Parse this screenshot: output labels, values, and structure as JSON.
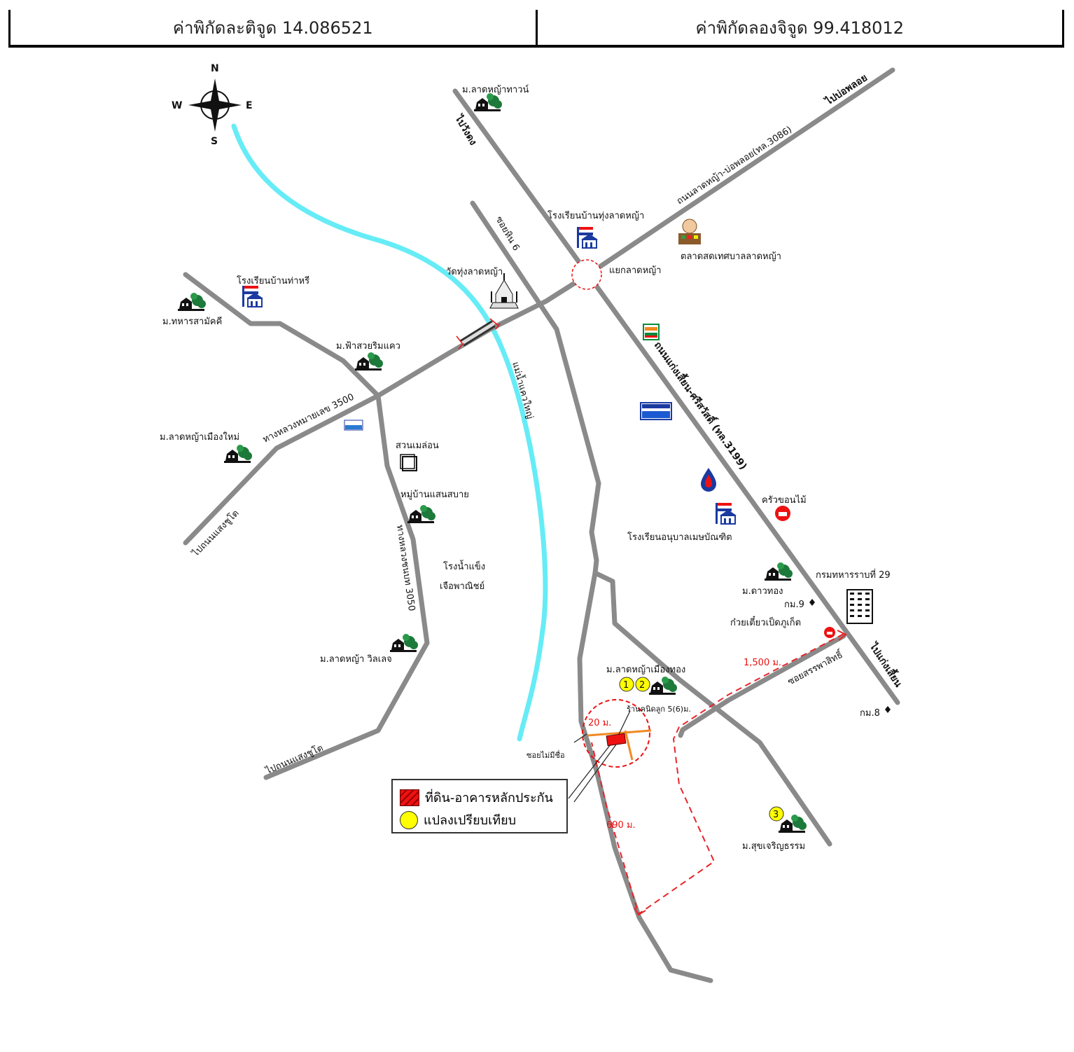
{
  "header": {
    "latitude_label": "ค่าพิกัดละติจูด 14.086521",
    "longitude_label": "ค่าพิกัดลองจิจูด 99.418012"
  },
  "compass": {
    "n": "N",
    "s": "S",
    "e": "E",
    "w": "W"
  },
  "roads": {
    "to_bo_phloi": "ไปบ่อพลอย",
    "lat_ya_bo_phloi_road": "ถนนลาดหญ้า-บ่อพลอย(ทล.3086)",
    "to_wang_dong": "ไปวังดง",
    "soi_6": "ซอยหิน 6",
    "kaeng_sian_road": "ถนนแก่งเสี้ยน-ศรีสวัสดิ์ (ทล.3199)",
    "to_kaeng_sian": "ไปแก่งเสี้ยน",
    "highway_3500": "ทางหลวงหมายเลข 3500",
    "highway_3050": "ทางหลวงชนบท 3050",
    "to_saeng_chuto_1": "ไปถนนแสงชูโต",
    "to_saeng_chuto_2": "ไปถนนแสงชูโต",
    "soi_sappasit": "ซอยสรรพาสิทธิ์",
    "no_name_soi": "ซอยไม่มีชื่อ",
    "river": "แม่น้ำแควใหญ่"
  },
  "places": {
    "lat_ya_town": "ม.ลาดหญ้าทาวน์",
    "school_thung_lat_ya": "โรงเรียนบ้านทุ่งลาดหญ้า",
    "lat_ya_market": "ตลาดสดเทศบาลลาดหญ้า",
    "lat_ya_junction": "แยกลาดหญ้า",
    "wat_thung_lat_ya": "วัดทุ่งลาดหญ้า",
    "school_tha_ri": "โรงเรียนบ้านท่าหรี",
    "thahan_samakkhi": "ม.ทหารสามัคคี",
    "fa_suai_rim_khwae": "ม.ฟ้าสวยริมแคว",
    "lat_ya_mueang_mai": "ม.ลาดหญ้าเมืองใหม่",
    "suan_melon": "สวนเมล่อน",
    "mu_ban_saen_sabai": "หมู่บ้านแสนสบาย",
    "ice_factory_1": "โรงน้ำแข็ง",
    "ice_factory_2": "เจือพาณิชย์",
    "lat_ya_village": "ม.ลาดหญ้า วิลเลจ",
    "krua_khon_mai": "ครัวขอนไม้",
    "anuban_school": "โรงเรียนอนุบาลเมษบัณฑิต",
    "army_29": "กรมทหารราบที่ 29",
    "dao_thong": "ม.ดาวทอง",
    "km9": "กม.9",
    "kuaitiao": "ก๋วยเตี๋ยวเป็ดภูเก็ต",
    "km8": "กม.8",
    "mueang_thong": "ม.ลาดหญ้าเมืองทอง",
    "sukcharoen": "ม.สุขเจริญธรรม",
    "kanin_house": "ร้านคนิดลูก 5(6)ม."
  },
  "distances": {
    "d_1500": "1,500 ม.",
    "d_690": "690 ม.",
    "d_20": "20 ม."
  },
  "markers": [
    "1",
    "2",
    "3"
  ],
  "legend": {
    "subject_label": "ที่ดิน-อาคารหลักประกัน",
    "compare_label": "แปลงเปรียบเทียบ"
  },
  "colors": {
    "road": "#808080",
    "river": "#66ecf6",
    "route": "#e8242b",
    "subject": "#e11111",
    "compare": "#ffff00",
    "side_road": "#f08a24"
  },
  "icons": {
    "village": "house-with-tree-icon",
    "school": "school-flag-icon",
    "temple": "temple-icon",
    "market": "market-icon",
    "store_711": "seven-eleven-icon",
    "lotus": "lotus-store-icon",
    "gas": "gas-station-icon",
    "restaurant": "restaurant-icon",
    "building": "building-icon",
    "park": "park-icon"
  }
}
